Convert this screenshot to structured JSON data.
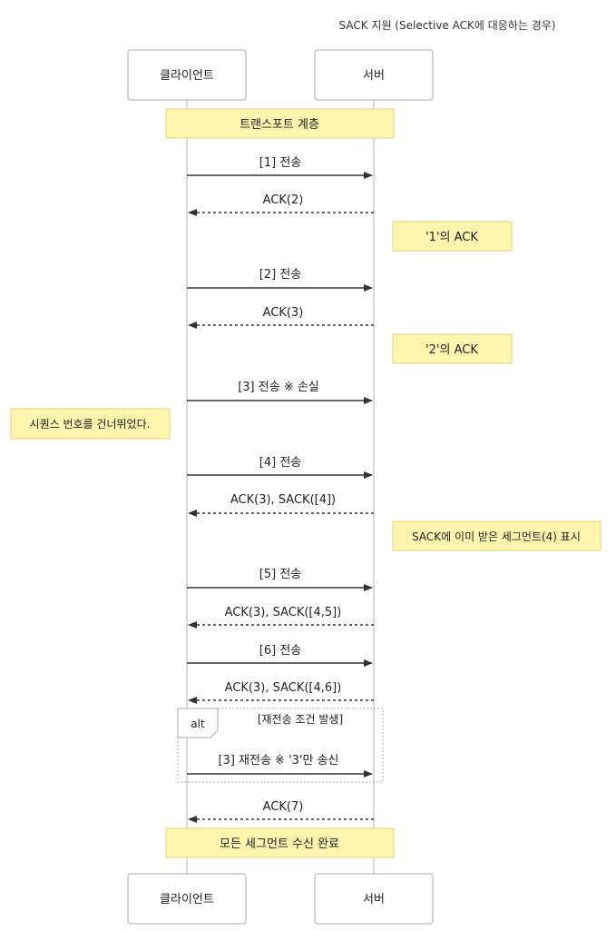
{
  "title": "SACK 지원 (Selective ACK에 대응하는 경우)",
  "participants": {
    "client": "클라이언트",
    "server": "서버"
  },
  "notes": {
    "transport": "트랜스포트 계층",
    "ack1": "'1'의 ACK",
    "ack2": "'2'의 ACK",
    "skip": "시퀀스 번호를 건너뛰었다.",
    "sack_mark": "SACK에 이미 받은 세그먼트(4) 표시",
    "complete": "모든 세그먼트 수신 완료"
  },
  "messages": {
    "send1": "[1] 전송",
    "ack_2": "ACK(2)",
    "send2": "[2] 전송",
    "ack_3": "ACK(3)",
    "send3": "[3] 전송 ※ 손실",
    "send4": "[4] 전송",
    "ack_sack4": "ACK(3), SACK([4])",
    "send5": "[5] 전송",
    "ack_sack45": "ACK(3), SACK([4,5])",
    "send6": "[6] 전송",
    "ack_sack46": "ACK(3), SACK([4,6])",
    "resend3": "[3] 재전송 ※ '3'만 송신",
    "ack_7": "ACK(7)"
  },
  "alt": {
    "label": "alt",
    "condition": "[재전송 조건 발생]"
  },
  "colors": {
    "note_fill": "#fff5ad",
    "note_stroke": "#e6d280",
    "lifeline": "#cccccc",
    "participant_stroke": "#aaaaaa",
    "arrow": "#333333"
  }
}
